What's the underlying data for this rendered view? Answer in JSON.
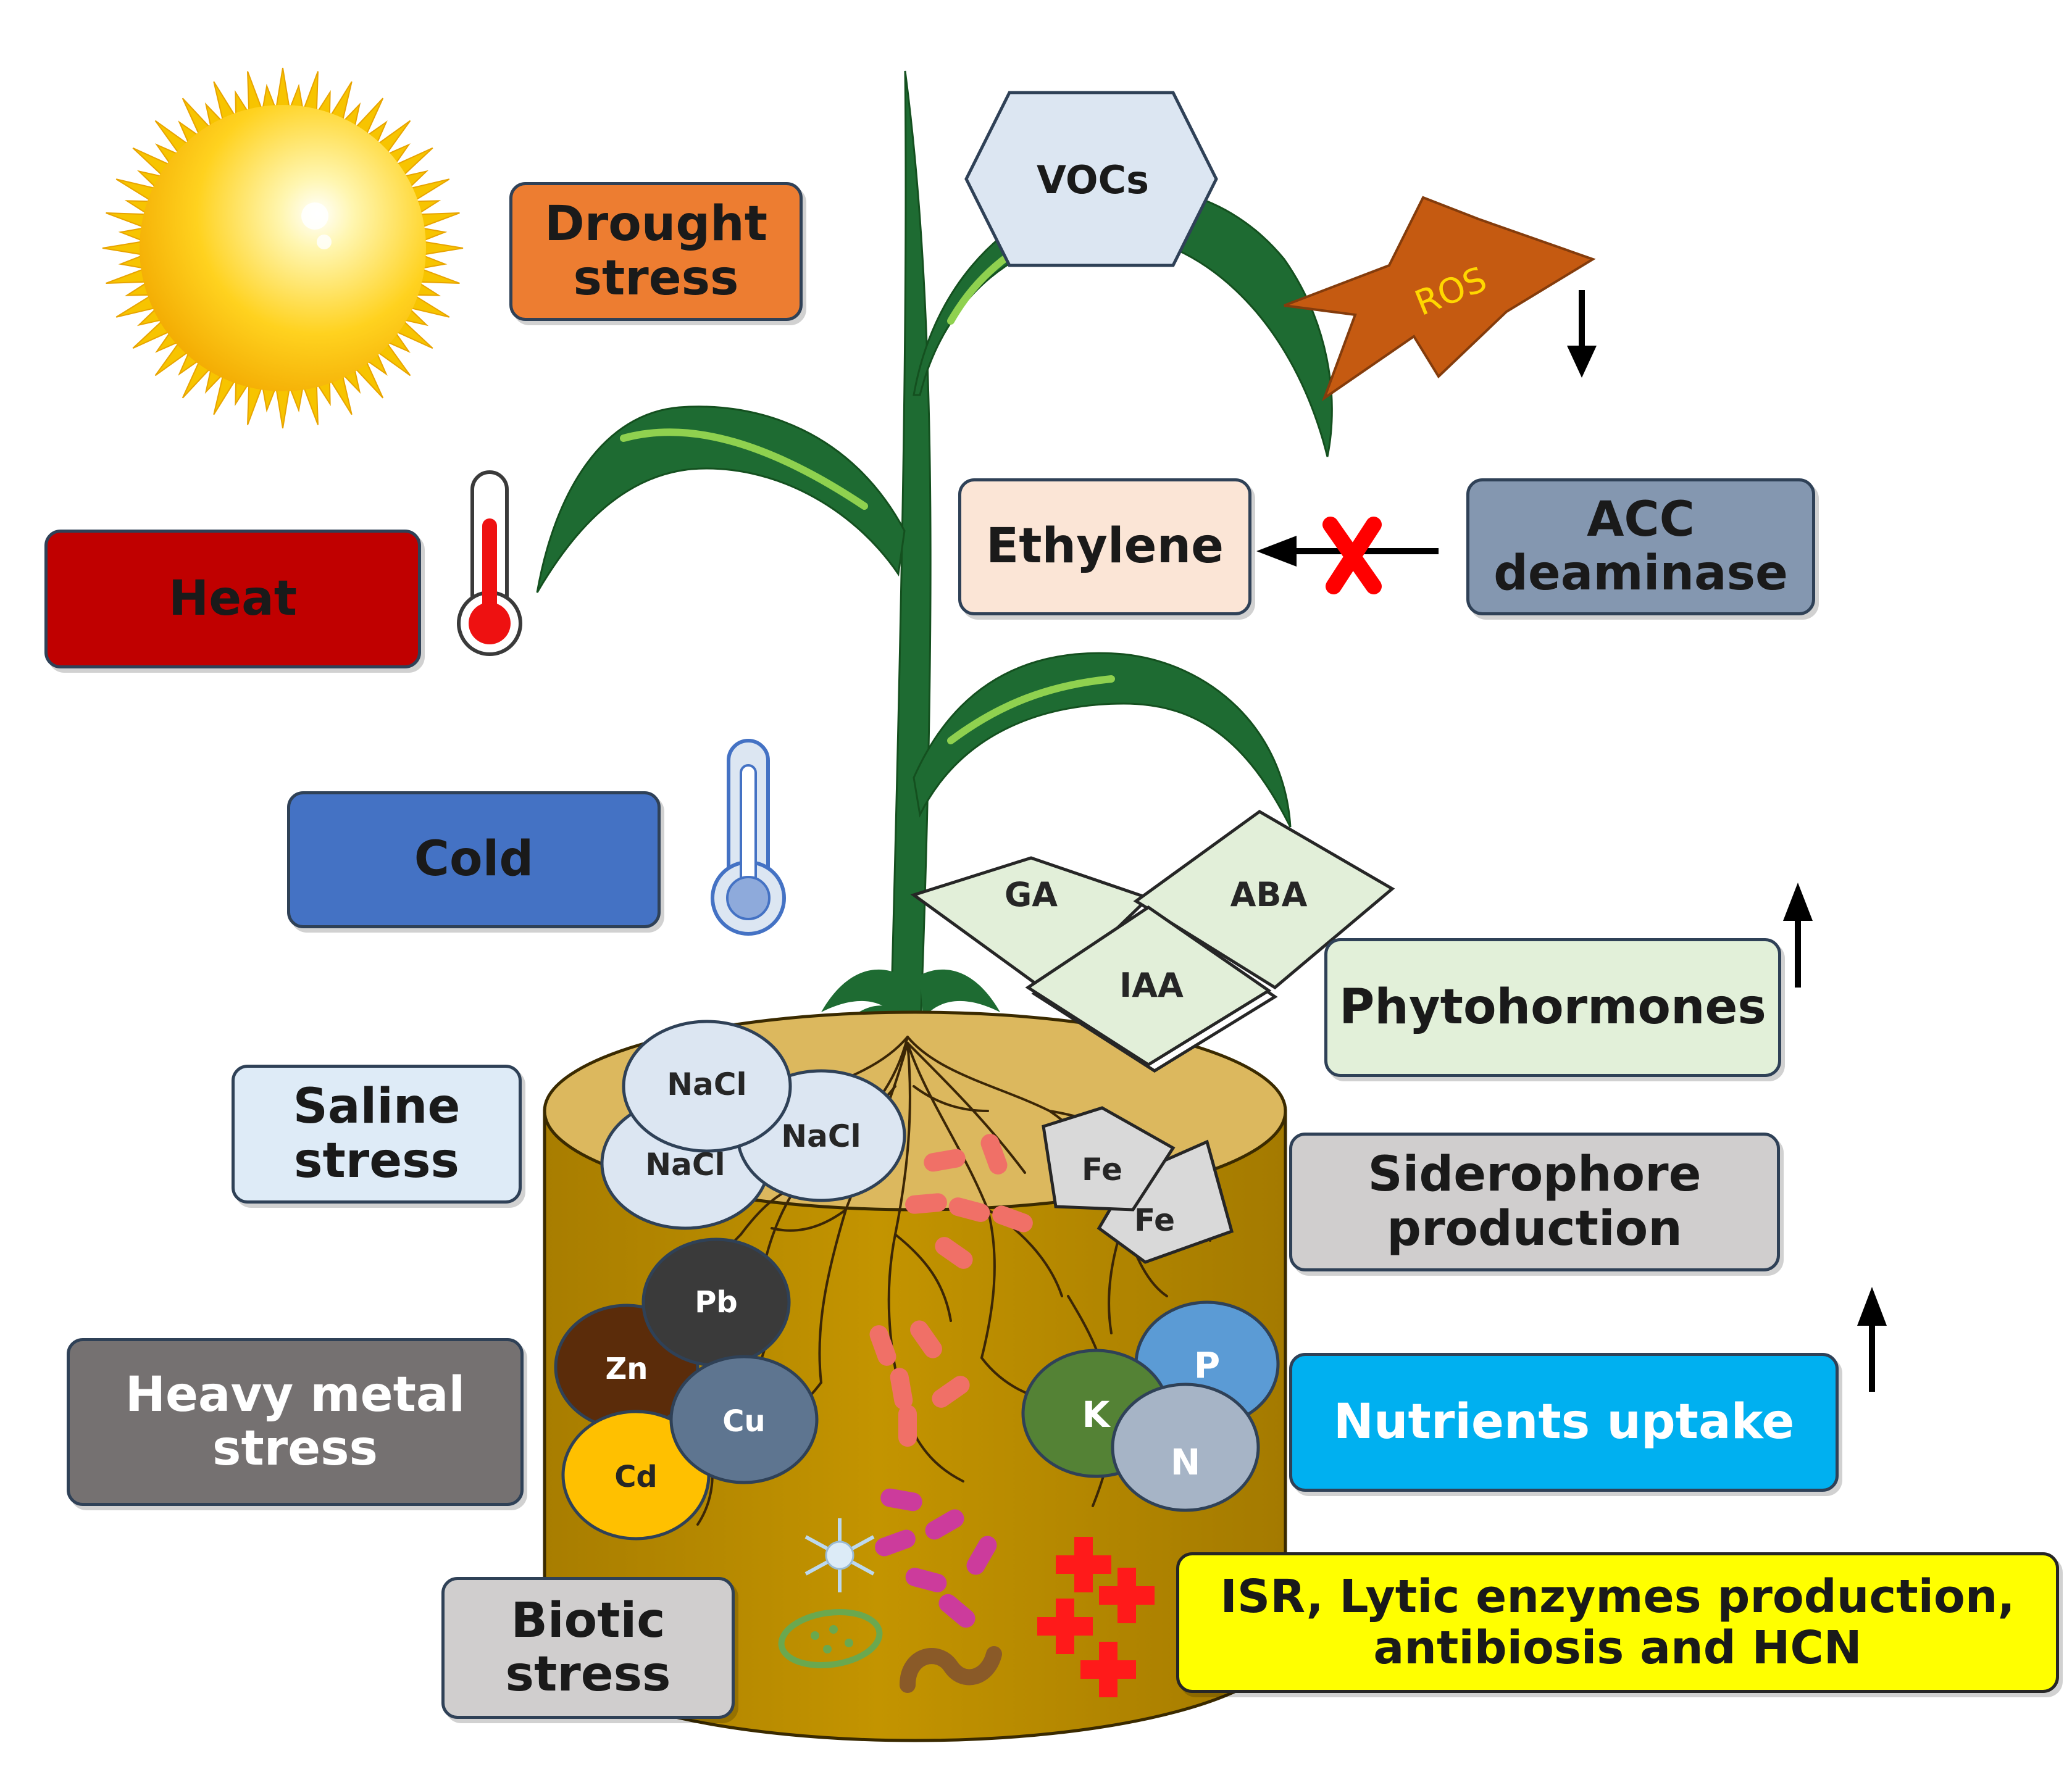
{
  "stresses": {
    "drought": "Drought\nstress",
    "heat": "Heat",
    "cold": "Cold",
    "saline": "Saline\nstress",
    "heavy_metal": "Heavy metal\nstress",
    "biotic": "Biotic\nstress"
  },
  "mechanisms": {
    "vocs": "VOCs",
    "ros": "ROS",
    "ethylene": "Ethylene",
    "acc_deaminase": "ACC\ndeaminase",
    "phytohormones": "Phytohormones",
    "siderophore": "Siderophore\nproduction",
    "nutrients": "Nutrients uptake",
    "isr": "ISR, Lytic enzymes production,\nantibiosis and HCN"
  },
  "hormones": {
    "ga": "GA",
    "aba": "ABA",
    "iaa": "IAA"
  },
  "salts": {
    "nacl": "NaCl"
  },
  "iron": {
    "fe": "Fe"
  },
  "metals": {
    "pb": "Pb",
    "zn": "Zn",
    "cu": "Cu",
    "cd": "Cd"
  },
  "nutrient_elements": {
    "k": "K",
    "p": "P",
    "n": "N"
  },
  "colors": {
    "drought": "#ed7d31",
    "heat": "#c00000",
    "cold": "#4472c4",
    "saline": "#deebf7",
    "heavy_metal": "#757171",
    "biotic": "#d0cece",
    "ethylene": "#fbe5d6",
    "acc": "#8497b0",
    "phytohormones": "#e2f0d9",
    "siderophore": "#d0cece",
    "nutrients": "#00b0f0",
    "isr": "#ffff00",
    "soil": "#bf9000",
    "plant": "#1e6b32"
  }
}
